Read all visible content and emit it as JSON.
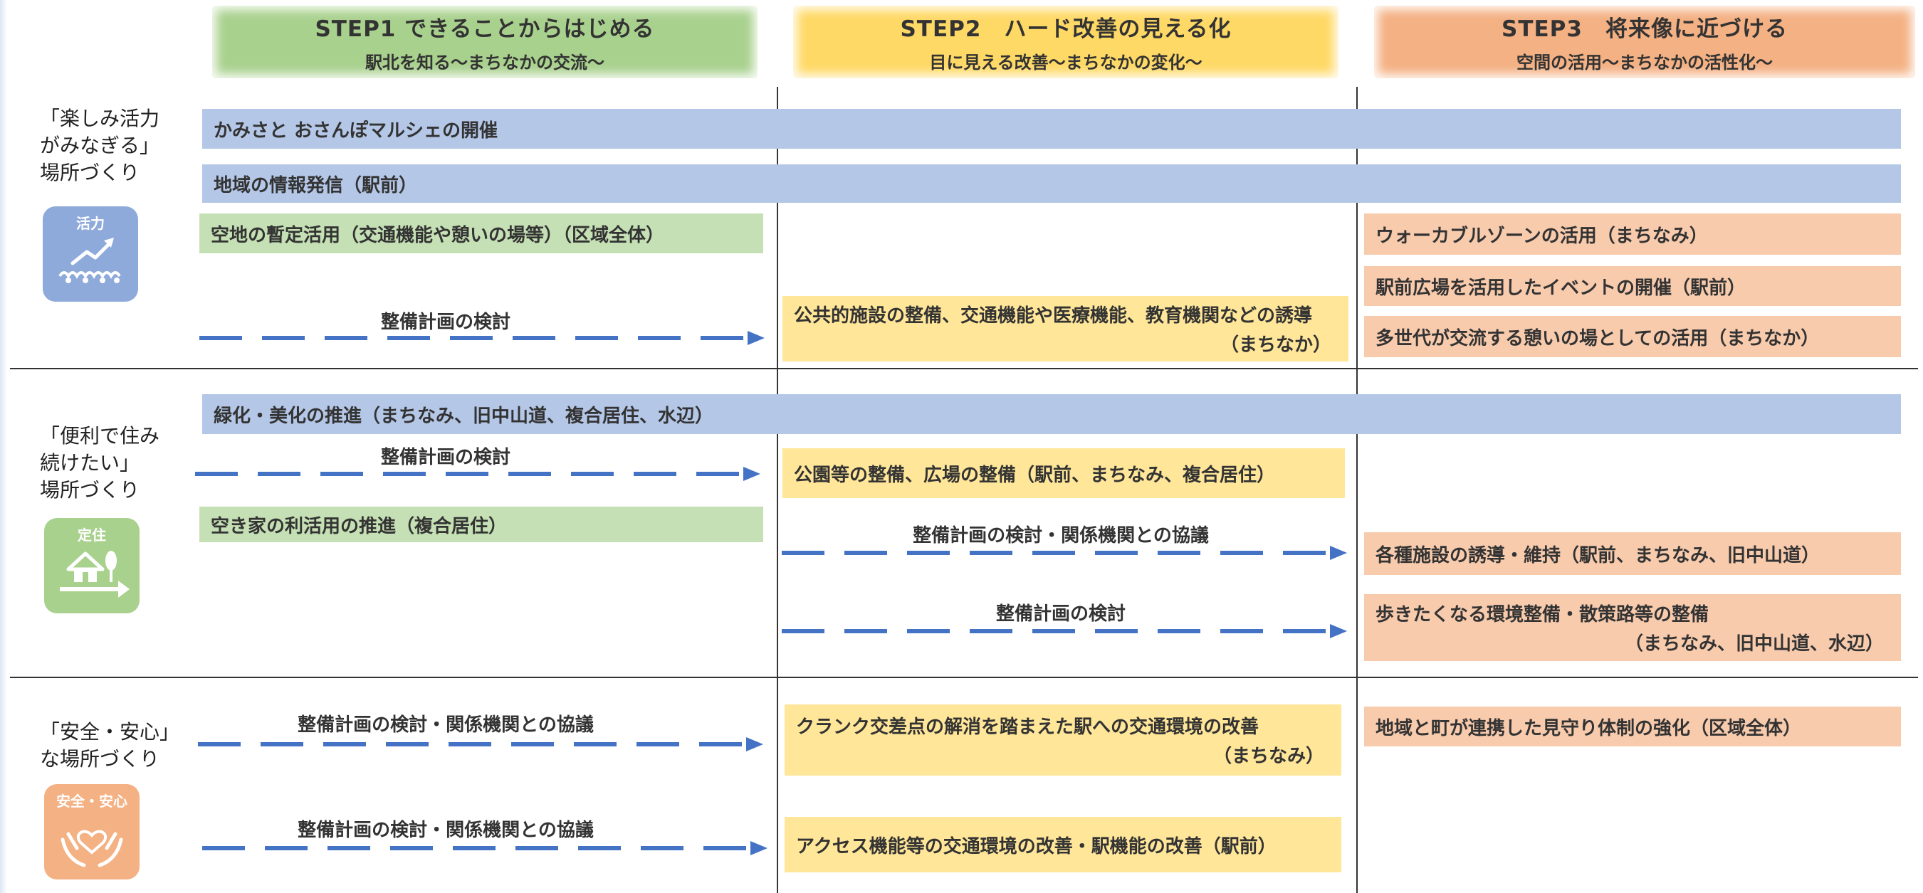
{
  "colors": {
    "green": "#a9d18e",
    "yellow": "#ffd966",
    "orange": "#f4b183",
    "blue_bar": "#b4c7e7",
    "arrow": "#4472c4"
  },
  "steps": [
    {
      "title": "STEP1 できることからはじめる",
      "subtitle": "駅北を知る～まちなかの交流～"
    },
    {
      "title": "STEP2　ハード改善の見える化",
      "subtitle": "目に見える改善～まちなかの変化～"
    },
    {
      "title": "STEP3　将来像に近づける",
      "subtitle": "空間の活用～まちなかの活性化～"
    }
  ],
  "sections": [
    {
      "label_lines": [
        "「楽しみ活力",
        "がみなぎる」",
        "場所づくり"
      ],
      "badge": {
        "text": "活力",
        "icon": "growth-people-icon",
        "color": "#8eaadb"
      },
      "bars": [
        {
          "text": "かみさと おさんぽマルシェの開催"
        },
        {
          "text": "地域の情報発信（駅前）"
        },
        {
          "text": "空地の暫定活用（交通機能や憩いの場等）（区域全体）"
        },
        {
          "text": "公共的施設の整備、交通機能や医療機能、教育機関などの誘導",
          "text2": "（まちなか）"
        },
        {
          "text": "ウォーカブルゾーンの活用（まちなみ）"
        },
        {
          "text": "駅前広場を活用したイベントの開催（駅前）"
        },
        {
          "text": "多世代が交流する憩いの場としての活用（まちなか）"
        }
      ],
      "arrows": [
        {
          "label": "整備計画の検討"
        }
      ]
    },
    {
      "label_lines": [
        "「便利で住み",
        "続けたい」",
        "場所づくり"
      ],
      "badge": {
        "text": "定住",
        "icon": "house-arrow-icon",
        "color": "#a9d18e"
      },
      "bars": [
        {
          "text": "緑化・美化の推進（まちなみ、旧中山道、複合居住、水辺）"
        },
        {
          "text": "公園等の整備、広場の整備（駅前、まちなみ、複合居住）"
        },
        {
          "text": "空き家の利活用の推進（複合居住）"
        },
        {
          "text": "各種施設の誘導・維持（駅前、まちなみ、旧中山道）"
        },
        {
          "text": "歩きたくなる環境整備・散策路等の整備",
          "text2": "（まちなみ、旧中山道、水辺）"
        }
      ],
      "arrows": [
        {
          "label": "整備計画の検討"
        },
        {
          "label": "整備計画の検討・関係機関との協議"
        },
        {
          "label": "整備計画の検討"
        }
      ]
    },
    {
      "label_lines": [
        "「安全・安心」",
        "な場所づくり"
      ],
      "badge": {
        "text": "安全・安心",
        "icon": "hands-heart-icon",
        "color": "#f4b183"
      },
      "bars": [
        {
          "text": "クランク交差点の解消を踏まえた駅への交通環境の改善",
          "text2": "（まちなみ）"
        },
        {
          "text": "地域と町が連携した見守り体制の強化（区域全体）"
        },
        {
          "text": "アクセス機能等の交通環境の改善・駅機能の改善（駅前）"
        }
      ],
      "arrows": [
        {
          "label": "整備計画の検討・関係機関との協議"
        },
        {
          "label": "整備計画の検討・関係機関との協議"
        }
      ]
    }
  ]
}
